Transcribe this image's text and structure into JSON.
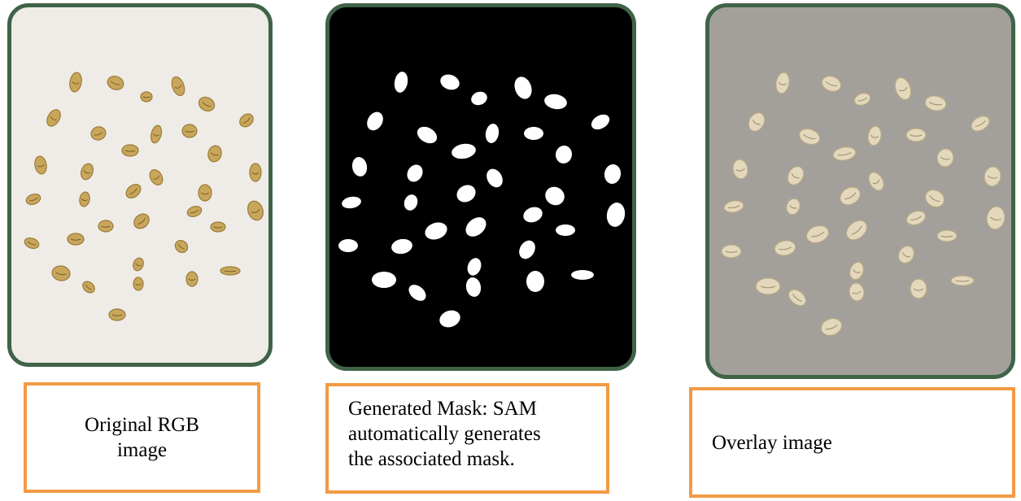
{
  "panels": [
    {
      "id": "rgb",
      "caption_lines": [
        "Original RGB",
        "image"
      ]
    },
    {
      "id": "mask",
      "caption_lines": [
        "Generated Mask: SAM",
        "automatically generates",
        "the associated mask."
      ]
    },
    {
      "id": "overlay",
      "caption_lines": [
        "Overlay image"
      ]
    }
  ],
  "colors": {
    "panel_border": "#3f6347",
    "caption_border": "#f39a44",
    "rgb_background": "#efece7",
    "mask_background": "#000000",
    "overlay_background": "#a3a09b",
    "bean_color": "#c8a65a",
    "bean_dark": "#9a7a3a",
    "mask_object": "#ffffff",
    "overlay_bean": "#e3d7bc"
  }
}
